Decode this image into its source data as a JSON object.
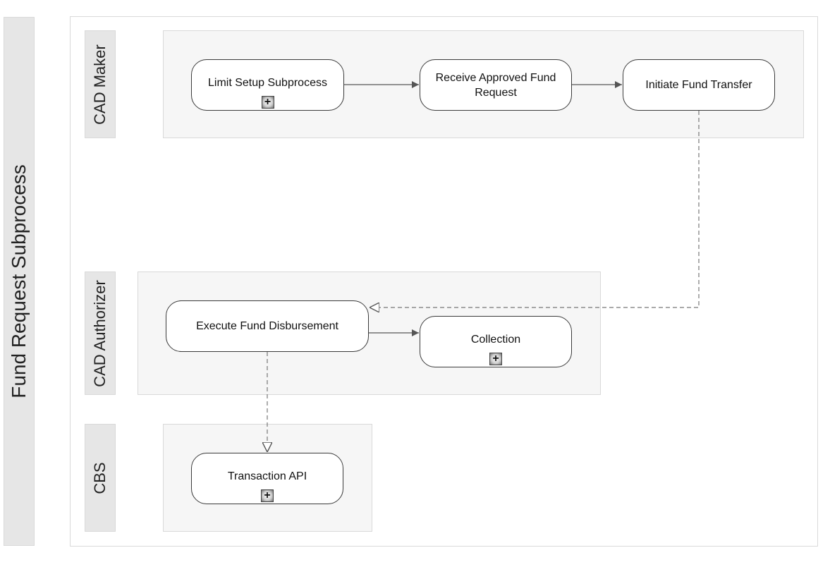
{
  "pool": {
    "title": "Fund Request Subprocess"
  },
  "lanes": {
    "maker": {
      "label": "CAD Maker"
    },
    "authorizer": {
      "label": "CAD Authorizer"
    },
    "cbs": {
      "label": "CBS"
    }
  },
  "tasks": {
    "limit_setup": {
      "label": "Limit Setup Subprocess",
      "collapsed_subprocess": true
    },
    "receive_request": {
      "label": "Receive Approved Fund Request",
      "collapsed_subprocess": false
    },
    "initiate_transfer": {
      "label": "Initiate Fund Transfer",
      "collapsed_subprocess": false
    },
    "execute_disbursement": {
      "label": "Execute Fund Disbursement",
      "collapsed_subprocess": false
    },
    "collection": {
      "label": "Collection",
      "collapsed_subprocess": true
    },
    "transaction_api": {
      "label": "Transaction API",
      "collapsed_subprocess": true
    }
  },
  "subprocess_marker": "+",
  "flows": [
    {
      "from": "limit_setup",
      "to": "receive_request",
      "kind": "sequence"
    },
    {
      "from": "receive_request",
      "to": "initiate_transfer",
      "kind": "sequence"
    },
    {
      "from": "initiate_transfer",
      "to": "execute_disbursement",
      "kind": "message"
    },
    {
      "from": "execute_disbursement",
      "to": "collection",
      "kind": "sequence"
    },
    {
      "from": "execute_disbursement",
      "to": "transaction_api",
      "kind": "message"
    }
  ],
  "colors": {
    "lane_fill": "#f6f6f6",
    "label_fill": "#e6e6e6",
    "border": "#d9d9d9",
    "connector": "#555555"
  }
}
